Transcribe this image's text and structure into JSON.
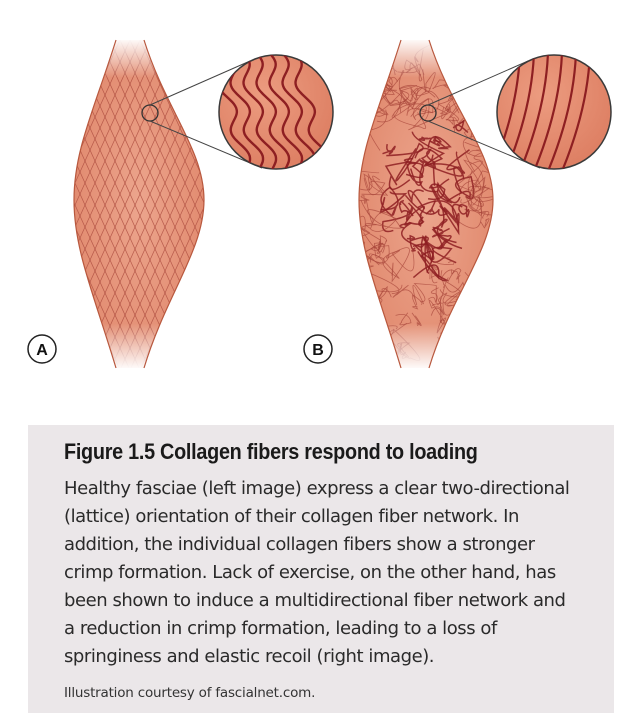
{
  "panels": {
    "a_label": "A",
    "b_label": "B"
  },
  "caption": {
    "title": "Figure 1.5 Collagen fibers respond to loading",
    "body": "Healthy fasciae (left image) express a clear two-directional (lattice) orientation of their collagen fiber network. In addition, the individual collagen fibers show a stronger crimp formation. Lack of exercise, on the other hand, has been shown to induce a multidirectional fiber network and a reduction in crimp formation, leading to a loss of springiness and elastic recoil (right image).",
    "credit": "Illustration courtesy of fascialnet.com."
  },
  "colors": {
    "tissue_fill": "#e89a80",
    "tissue_edge": "#b8583e",
    "fiber": "#a8463a",
    "fiber_dark": "#8e1f22",
    "zoom_fill": "#e38a6f",
    "caption_bg": "#ebe7e9"
  }
}
